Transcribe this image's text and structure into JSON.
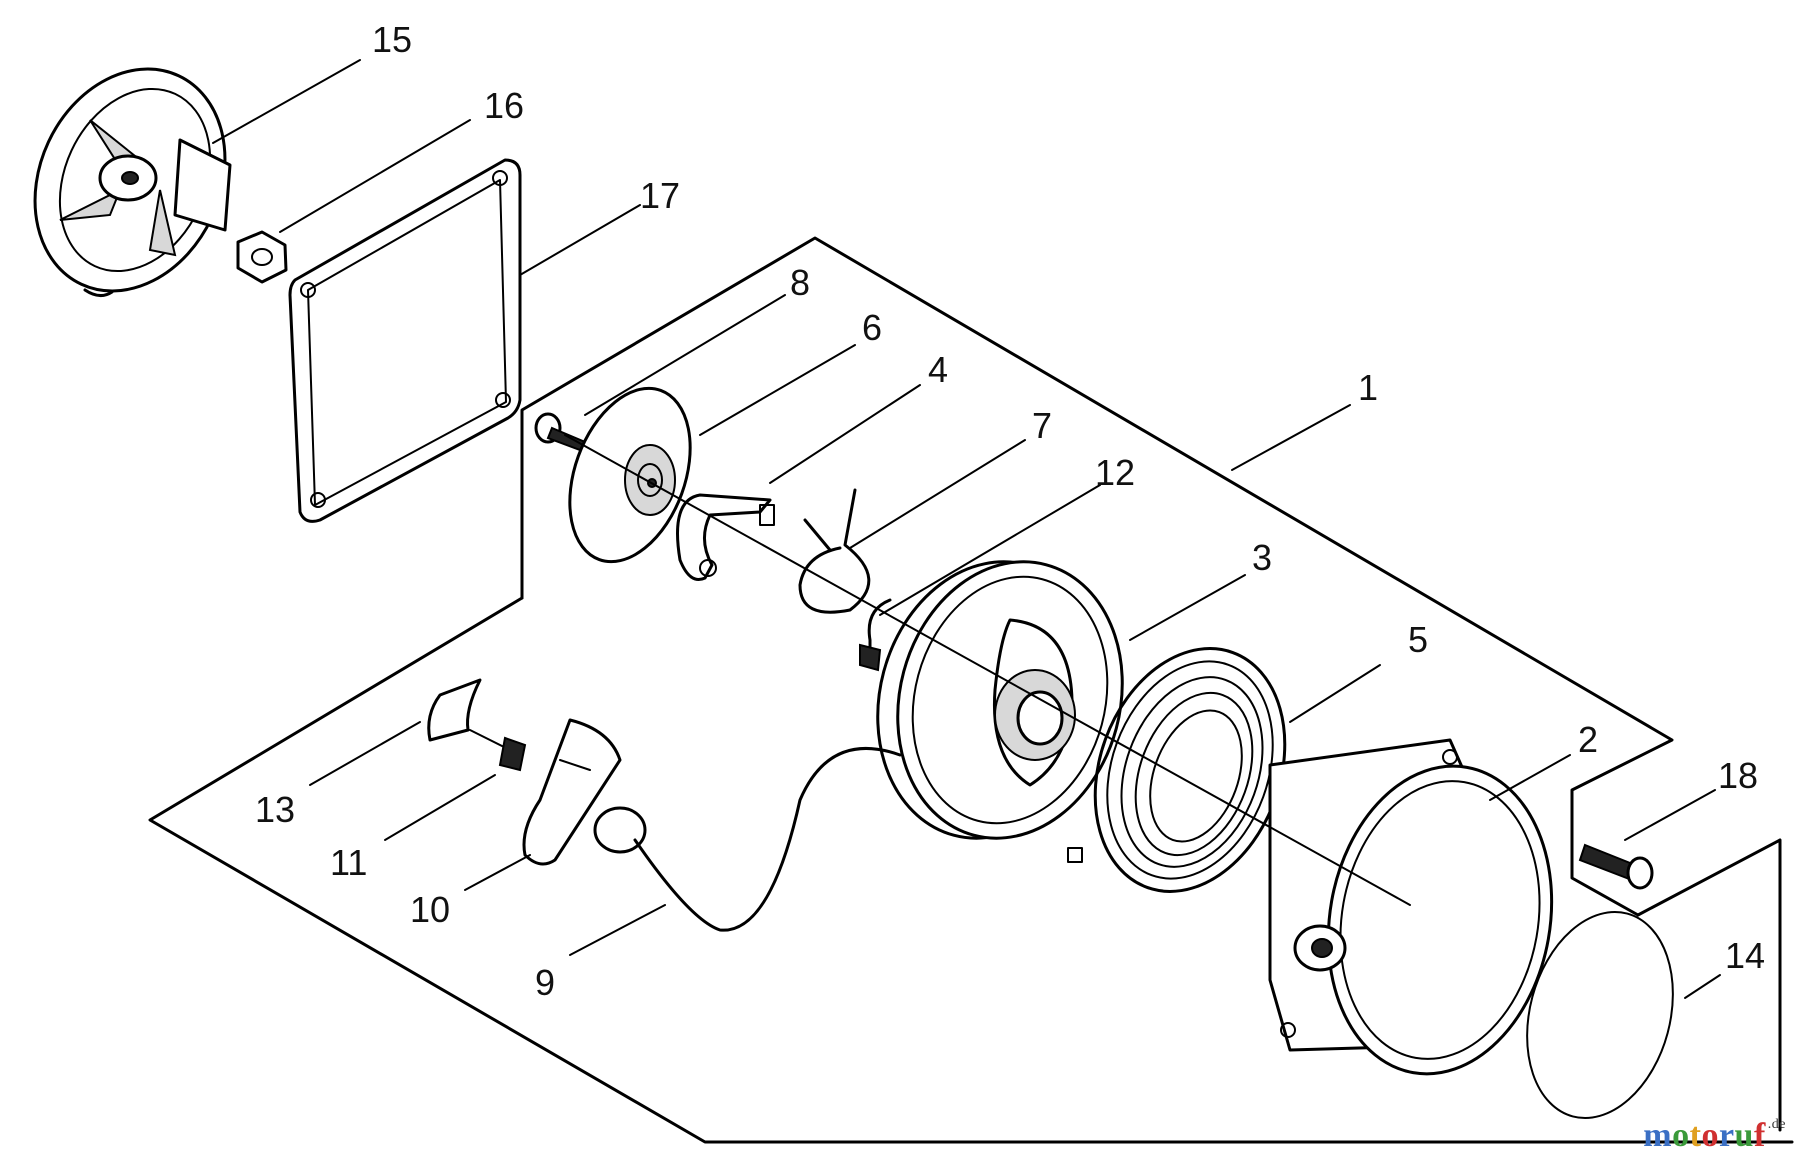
{
  "diagram": {
    "callouts": [
      {
        "id": "1",
        "label": "1"
      },
      {
        "id": "2",
        "label": "2"
      },
      {
        "id": "3",
        "label": "3"
      },
      {
        "id": "4",
        "label": "4"
      },
      {
        "id": "5",
        "label": "5"
      },
      {
        "id": "6",
        "label": "6"
      },
      {
        "id": "7",
        "label": "7"
      },
      {
        "id": "8",
        "label": "8"
      },
      {
        "id": "9",
        "label": "9"
      },
      {
        "id": "10",
        "label": "10"
      },
      {
        "id": "11",
        "label": "11"
      },
      {
        "id": "12",
        "label": "12"
      },
      {
        "id": "13",
        "label": "13"
      },
      {
        "id": "14",
        "label": "14"
      },
      {
        "id": "15",
        "label": "15"
      },
      {
        "id": "16",
        "label": "16"
      },
      {
        "id": "17",
        "label": "17"
      },
      {
        "id": "18",
        "label": "18"
      }
    ]
  },
  "watermark": {
    "text": "motoruf",
    "tld": ".de",
    "colors": [
      "#3a6fc4",
      "#3a9a3a",
      "#e0a020",
      "#d03030",
      "#3a6fc4",
      "#3a9a3a",
      "#d03030"
    ]
  }
}
